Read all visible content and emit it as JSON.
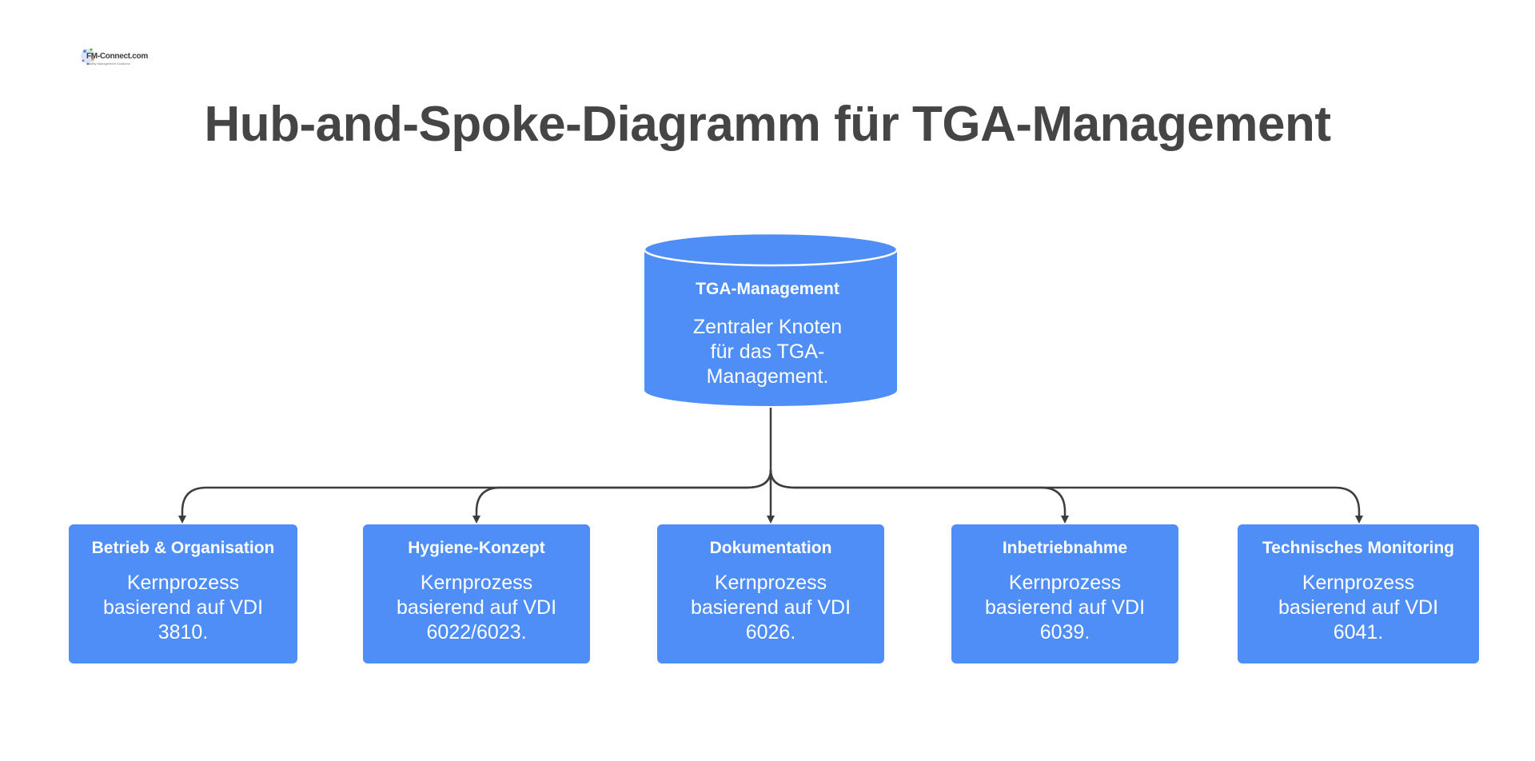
{
  "logo": {
    "text": "FM-Connect.com",
    "tagline": "Facility Management Solutions"
  },
  "title": "Hub-and-Spoke-Diagramm für TGA-Management",
  "hub": {
    "title": "TGA-Management",
    "description": "Zentraler Knoten für das TGA-Management."
  },
  "spokes": [
    {
      "title": "Betrieb & Organisation",
      "description": "Kernprozess basierend auf VDI 3810."
    },
    {
      "title": "Hygiene-Konzept",
      "description": "Kernprozess basierend auf VDI 6022/6023."
    },
    {
      "title": "Dokumentation",
      "description": "Kernprozess basierend auf VDI 6026."
    },
    {
      "title": "Inbetriebnahme",
      "description": "Kernprozess basierend auf VDI 6039."
    },
    {
      "title": "Technisches Monitoring",
      "description": "Kernprozess basierend auf VDI 6041."
    }
  ],
  "colors": {
    "node_fill": "#4f8ef7",
    "connector": "#3d3d3d",
    "title_text": "#454545"
  }
}
